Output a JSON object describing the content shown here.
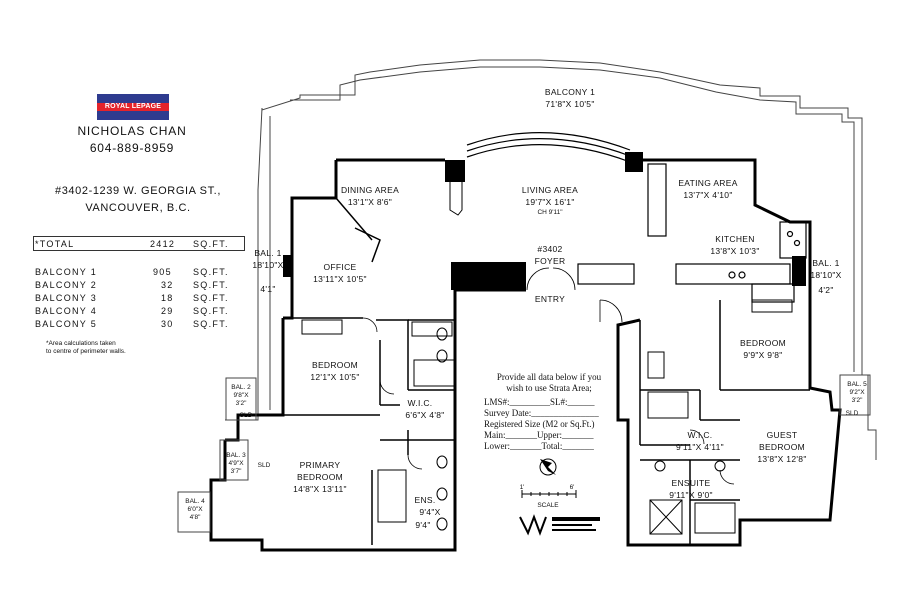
{
  "brand": {
    "logo_text": "ROYAL LEPAGE"
  },
  "agent": {
    "name": "NICHOLAS CHAN",
    "phone": "604-889-8959"
  },
  "property": {
    "address_line1": "#3402-1239 W. GEORGIA ST.,",
    "address_line2": "VANCOUVER, B.C."
  },
  "area_summary": {
    "total_label": "*TOTAL",
    "total_value": "2412",
    "total_unit": "SQ.FT.",
    "balconies": [
      {
        "label": "BALCONY 1",
        "value": "905",
        "unit": "SQ.FT."
      },
      {
        "label": "BALCONY 2",
        "value": "32",
        "unit": "SQ.FT."
      },
      {
        "label": "BALCONY 3",
        "value": "18",
        "unit": "SQ.FT."
      },
      {
        "label": "BALCONY 4",
        "value": "29",
        "unit": "SQ.FT."
      },
      {
        "label": "BALCONY 5",
        "value": "30",
        "unit": "SQ.FT."
      }
    ],
    "note_line1": "*Area calculations taken",
    "note_line2": "to centre of perimeter walls."
  },
  "rooms": {
    "balcony1_main": {
      "name": "BALCONY 1",
      "dims": "71'8\"X 10'5\""
    },
    "dining": {
      "name": "DINING AREA",
      "dims": "13'1\"X 8'6\""
    },
    "living": {
      "name": "LIVING AREA",
      "dims": "19'7\"X 16'1\"",
      "ceiling": "CH 9'11\""
    },
    "eating": {
      "name": "EATING AREA",
      "dims": "13'7\"X 4'10\""
    },
    "kitchen": {
      "name": "KITCHEN",
      "dims": "13'8\"X 10'3\""
    },
    "balcony1_left": {
      "name": "BAL. 1",
      "dims1": "18'10\"X",
      "dims2": "4'1\""
    },
    "balcony1_right": {
      "name": "BAL. 1",
      "dims1": "18'10\"X",
      "dims2": "4'2\""
    },
    "office": {
      "name": "OFFICE",
      "dims": "13'11\"X 10'5\""
    },
    "foyer": {
      "name": "#3402",
      "name2": "FOYER"
    },
    "entry": {
      "name": "ENTRY"
    },
    "bedroom1": {
      "name": "BEDROOM",
      "dims": "12'1\"X 10'5\""
    },
    "bedroom2": {
      "name": "BEDROOM",
      "dims": "9'9\"X 9'8\""
    },
    "wic1": {
      "name": "W.I.C.",
      "dims": "6'6\"X 4'8\""
    },
    "wic2": {
      "name": "W.I.C.",
      "dims": "9'11\"X 4'11\""
    },
    "primary": {
      "name": "PRIMARY",
      "name2": "BEDROOM",
      "dims": "14'8\"X 13'11\""
    },
    "ens": {
      "name": "ENS.",
      "dims1": "9'4\"X",
      "dims2": "9'4\""
    },
    "guest": {
      "name": "GUEST",
      "name2": "BEDROOM",
      "dims": "13'8\"X 12'8\""
    },
    "ensuite": {
      "name": "ENSUITE",
      "dims": "9'11\"X 9'0\""
    },
    "bal2": {
      "name": "BAL. 2",
      "dims1": "9'8\"X",
      "dims2": "3'2\""
    },
    "bal3": {
      "name": "BAL. 3",
      "dims1": "4'9\"X",
      "dims2": "3'7\""
    },
    "bal4": {
      "name": "BAL. 4",
      "dims1": "6'0\"X",
      "dims2": "4'8\""
    },
    "bal5": {
      "name": "BAL. 5",
      "dims1": "9'2\"X",
      "dims2": "3'2\""
    },
    "sld": "SLD"
  },
  "strata_form": {
    "intro1": "Provide all data below if you",
    "intro2": "wish to use Strata Area;",
    "lms": "LMS#:_________SL#:______",
    "survey": "Survey Date:_______________",
    "registered": "Registered Size (M2 or Sq.Ft.)",
    "main": "Main:_______Upper:_______",
    "lower": "Lower:_______Total:_______"
  },
  "scale": {
    "tick_start": "1'",
    "tick_end": "6'",
    "label": "SCALE"
  },
  "colors": {
    "wall": "#000000",
    "line": "#333333",
    "logo_blue": "#2e3b8f",
    "logo_red": "#e4232b"
  }
}
